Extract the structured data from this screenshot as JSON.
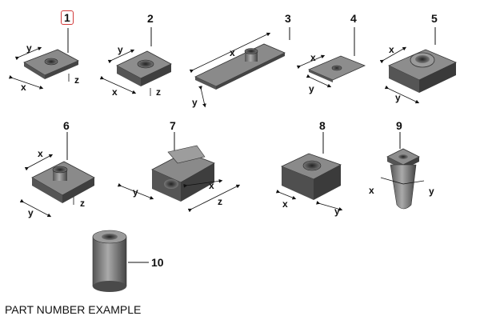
{
  "diagram": {
    "caption": "PART NUMBER EXAMPLE",
    "parts": [
      {
        "number": "1",
        "selected": true,
        "dimensions": [
          "y",
          "x",
          "z"
        ]
      },
      {
        "number": "2",
        "selected": false,
        "dimensions": [
          "y",
          "x",
          "z"
        ]
      },
      {
        "number": "3",
        "selected": false,
        "dimensions": [
          "x",
          "y"
        ]
      },
      {
        "number": "4",
        "selected": false,
        "dimensions": [
          "x",
          "y"
        ]
      },
      {
        "number": "5",
        "selected": false,
        "dimensions": [
          "x",
          "y"
        ]
      },
      {
        "number": "6",
        "selected": false,
        "dimensions": [
          "x",
          "y",
          "z"
        ]
      },
      {
        "number": "7",
        "selected": false,
        "dimensions": [
          "y",
          "x",
          "z"
        ]
      },
      {
        "number": "8",
        "selected": false,
        "dimensions": [
          "x",
          "y"
        ]
      },
      {
        "number": "9",
        "selected": false,
        "dimensions": [
          "x",
          "y"
        ]
      },
      {
        "number": "10",
        "selected": false,
        "dimensions": []
      }
    ]
  },
  "colors": {
    "selected_outline": "#d23b3b",
    "part_fill": "#6b6b6b",
    "part_dark": "#3e3e3e"
  }
}
